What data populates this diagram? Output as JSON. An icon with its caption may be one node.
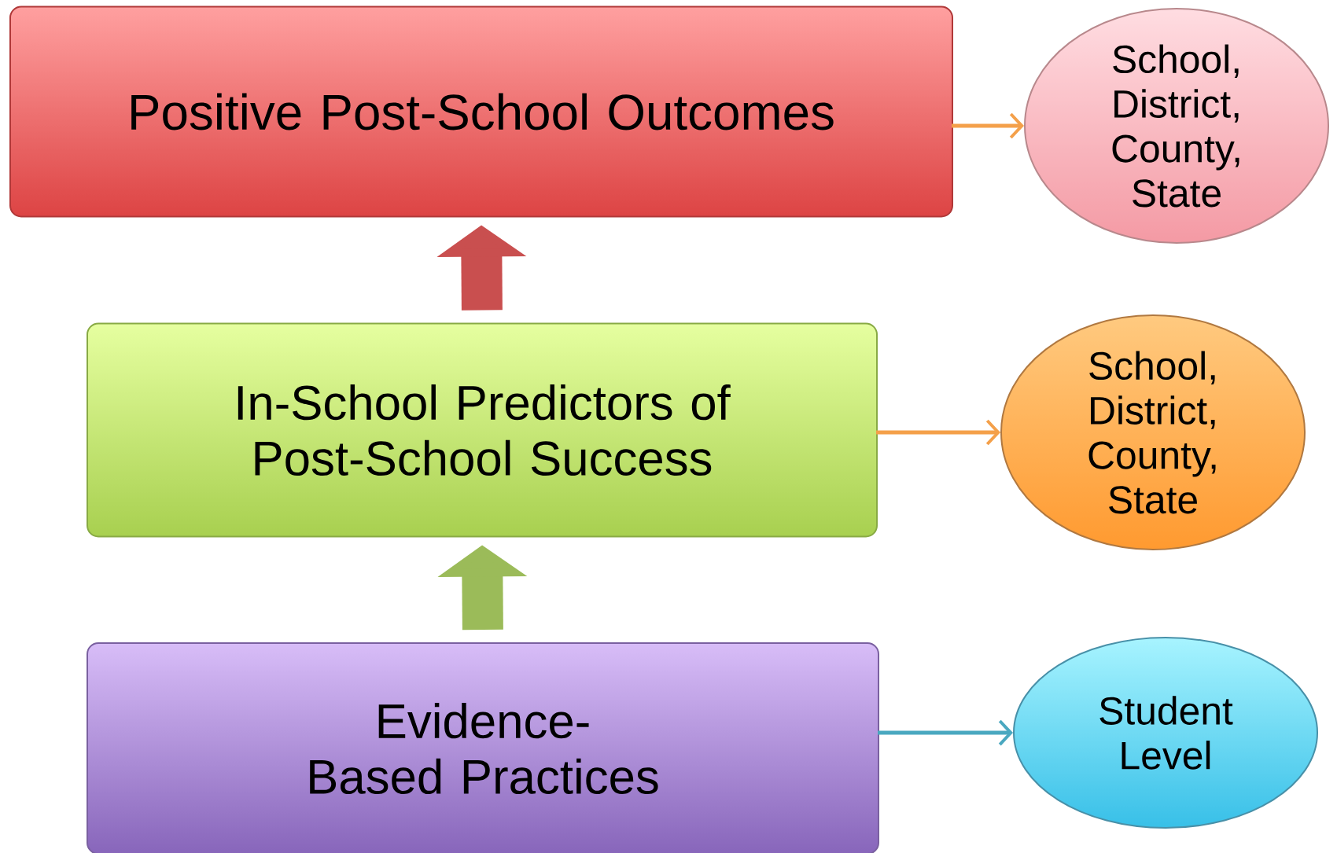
{
  "diagram": {
    "nodes": [
      {
        "text": [
          "Positive Post-School Outcomes"
        ]
      },
      {
        "text": [
          "School, District, County, State"
        ]
      },
      {
        "text": [
          "In-School Predictors of Post-School Success"
        ]
      },
      {
        "text": [
          "School, District, County, State"
        ]
      },
      {
        "text": [
          "Evidence-Based Practices"
        ]
      },
      {
        "text": [
          "Student Level"
        ]
      }
    ],
    "edges": [
      {
        "from": 2,
        "to": 0,
        "arrow": "to",
        "style": "thick",
        "color": "#c94f4f"
      },
      {
        "from": 4,
        "to": 2,
        "arrow": "to",
        "style": "thick",
        "color": "#9bbb59"
      },
      {
        "from": 0,
        "to": 1,
        "arrow": "to",
        "color": "#f4a04a"
      },
      {
        "from": 2,
        "to": 3,
        "arrow": "to",
        "color": "#f4a04a"
      },
      {
        "from": 4,
        "to": 5,
        "arrow": "to",
        "color": "#4aa8c0"
      }
    ]
  }
}
